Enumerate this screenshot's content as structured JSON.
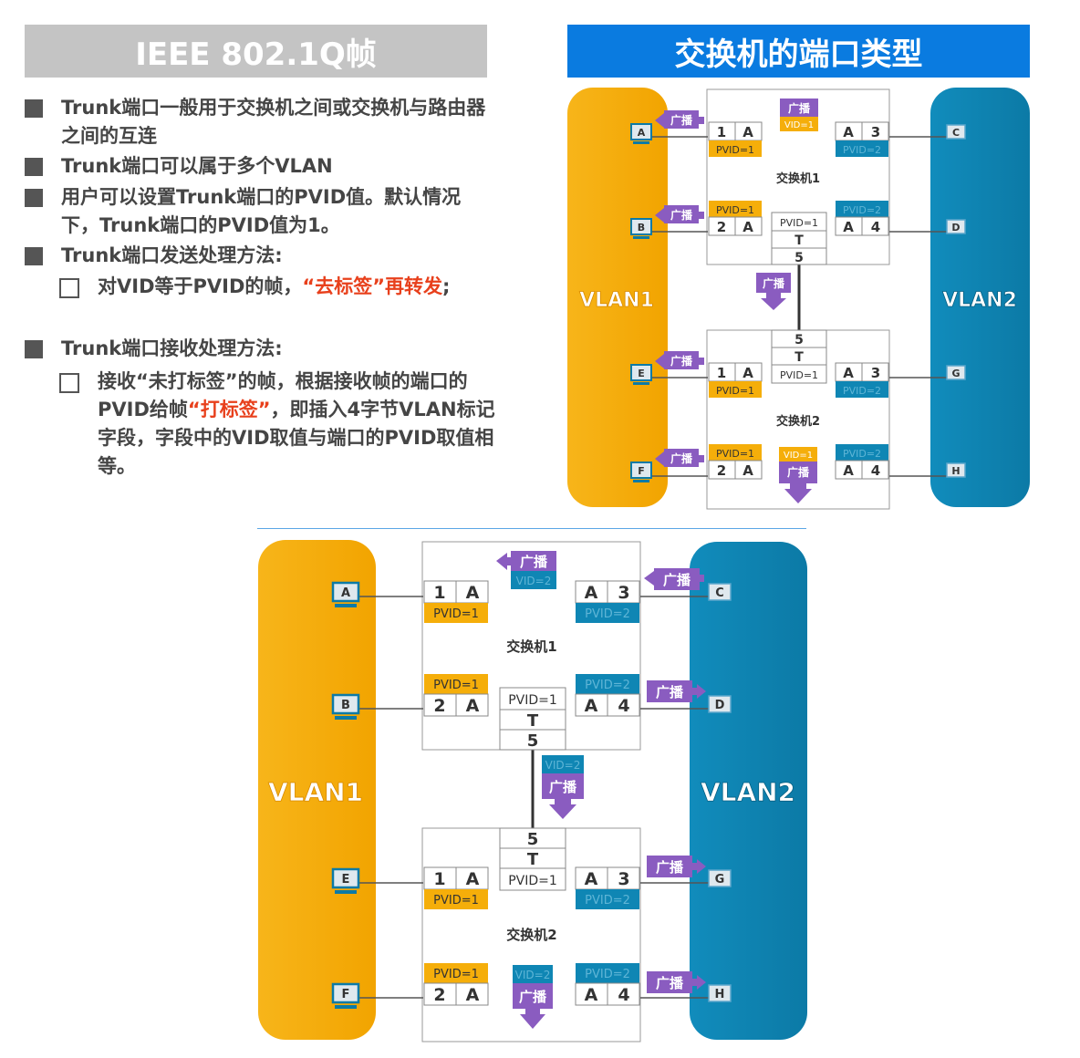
{
  "header": {
    "left_title": "IEEE 802.1Q帧",
    "right_title": "交换机的端口类型"
  },
  "bullets": {
    "b1": "Trunk端口一般用于交换机之间或交换机与路由器之间的互连",
    "b2": "Trunk端口可以属于多个VLAN",
    "b3": "用户可以设置Trunk端口的PVID值。默认情况下，Trunk端口的PVID值为1。",
    "b4": "Trunk端口发送处理方法:",
    "b4_sub_a": "对VID等于PVID的帧，",
    "b4_sub_b": "“去标签”再转发",
    "b4_sub_c": ";",
    "b5": "Trunk端口接收处理方法:",
    "b5_sub_a": "接收“未打标签”的帧，根据接收帧的端口的PVID给帧",
    "b5_sub_b": "“打标签”",
    "b5_sub_c": "，即插入4字节VLAN标记字段，字段中的VID取值与端口的PVID取值相等。"
  },
  "diagram": {
    "vlan1": "VLAN1",
    "vlan2": "VLAN2",
    "switch1": "交换机1",
    "switch2": "交换机2",
    "broadcast": "广播",
    "port_a": "A",
    "port_t": "T",
    "port_1": "1",
    "port_2": "2",
    "port_3": "3",
    "port_4": "4",
    "port_5": "5",
    "pvid1": "PVID=1",
    "pvid2": "PVID=2",
    "vid1": "VID=1",
    "vid2": "VID=2",
    "host_a": "A",
    "host_b": "B",
    "host_c": "C",
    "host_d": "D",
    "host_e": "E",
    "host_f": "F",
    "host_g": "G",
    "host_h": "H"
  },
  "colors": {
    "vlan1": "#f5ae0a",
    "vlan2": "#0f86b4",
    "broadcast": "#8a5cc0",
    "header_left": "#c4c4c4",
    "header_right": "#0a7be0",
    "highlight": "#e8401c"
  }
}
